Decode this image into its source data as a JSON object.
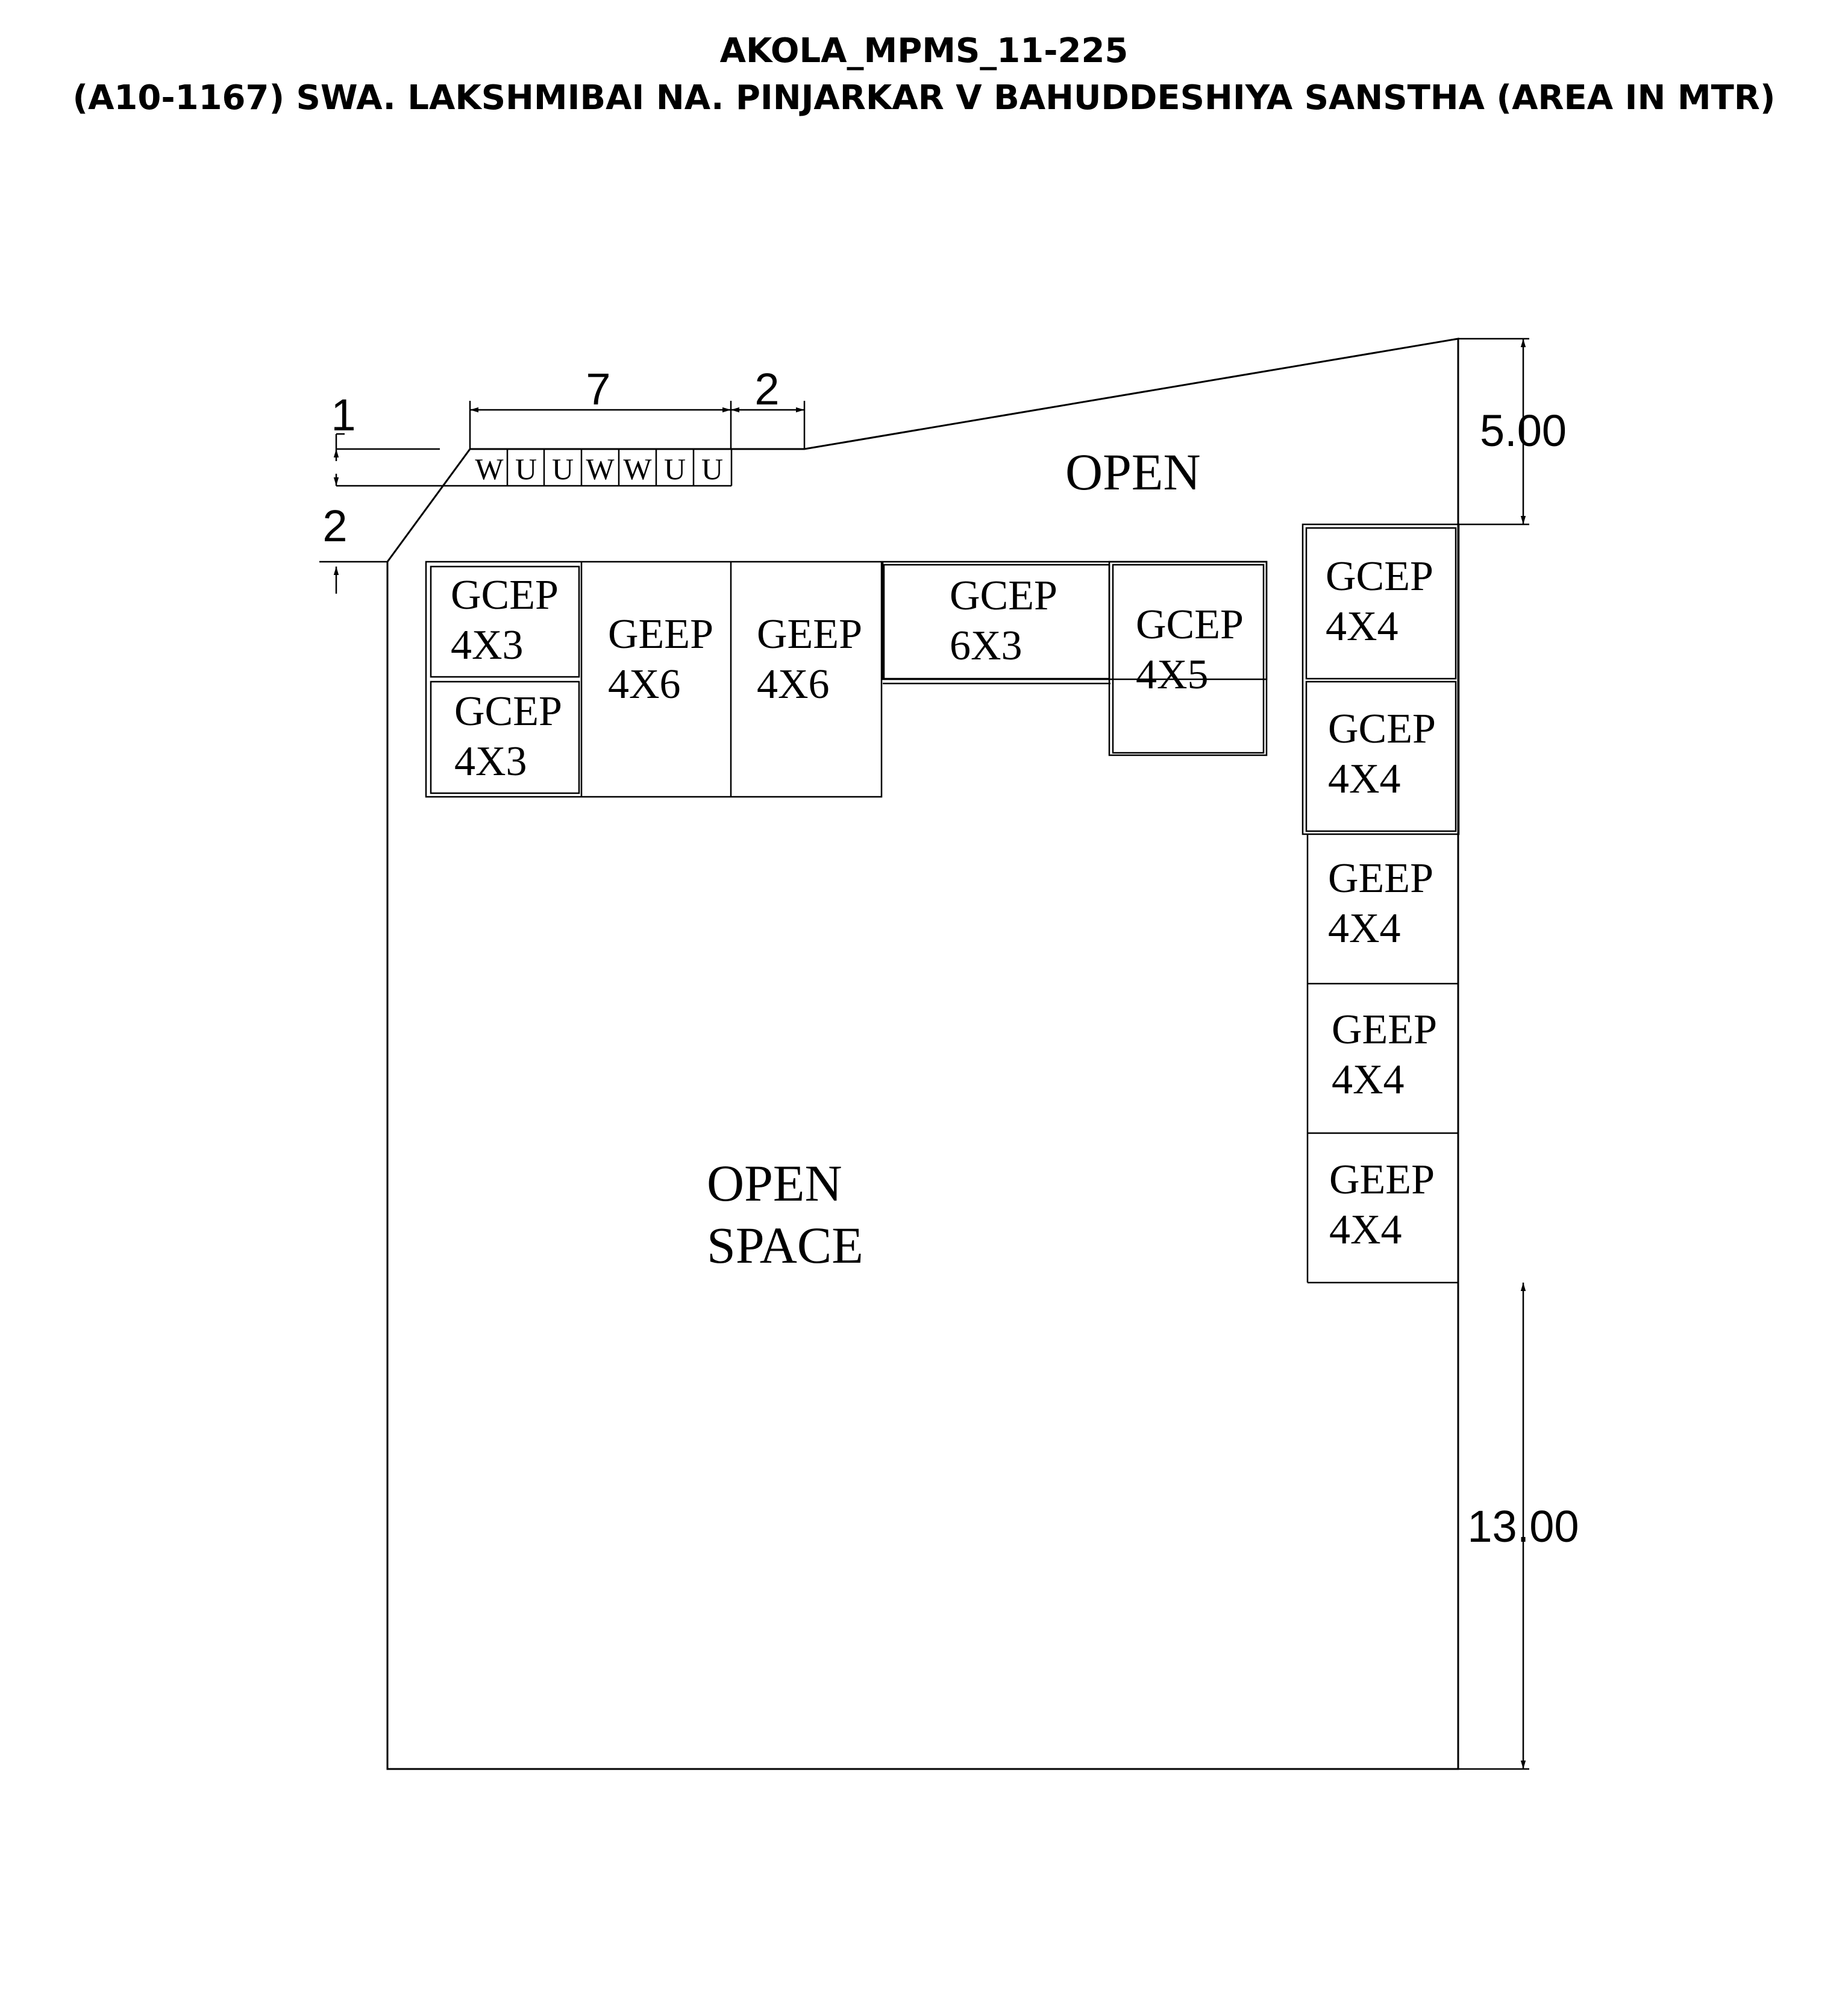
{
  "title": {
    "line1": "AKOLA_MPMS_11-225",
    "line2": "(A10-1167) SWA. LAKSHMIBAI NA. PINJARKAR V BAHUDDESHIYA SANSTHA (AREA IN MTR)"
  },
  "labels": {
    "open_top": "OPEN",
    "open_space_1": "OPEN",
    "open_space_2": "SPACE"
  },
  "toilet_block": [
    "W",
    "U",
    "U",
    "W",
    "W",
    "U",
    "U"
  ],
  "rooms": [
    {
      "type": "GCEP",
      "size": "4X3"
    },
    {
      "type": "GCEP",
      "size": "4X3"
    },
    {
      "type": "GEEP",
      "size": "4X6"
    },
    {
      "type": "GEEP",
      "size": "4X6"
    },
    {
      "type": "GCEP",
      "size": "6X3"
    },
    {
      "type": "GCEP",
      "size": "4X5"
    },
    {
      "type": "GCEP",
      "size": "4X4"
    },
    {
      "type": "GCEP",
      "size": "4X4"
    },
    {
      "type": "GEEP",
      "size": "4X4"
    },
    {
      "type": "GEEP",
      "size": "4X4"
    },
    {
      "type": "GEEP",
      "size": "4X4"
    }
  ],
  "dimensions": {
    "toilet_width": "7",
    "toilet_gap": "2",
    "toilet_depth": "1",
    "corner_offset": "2",
    "right_top": "5.00",
    "right_bottom": "13.00"
  }
}
